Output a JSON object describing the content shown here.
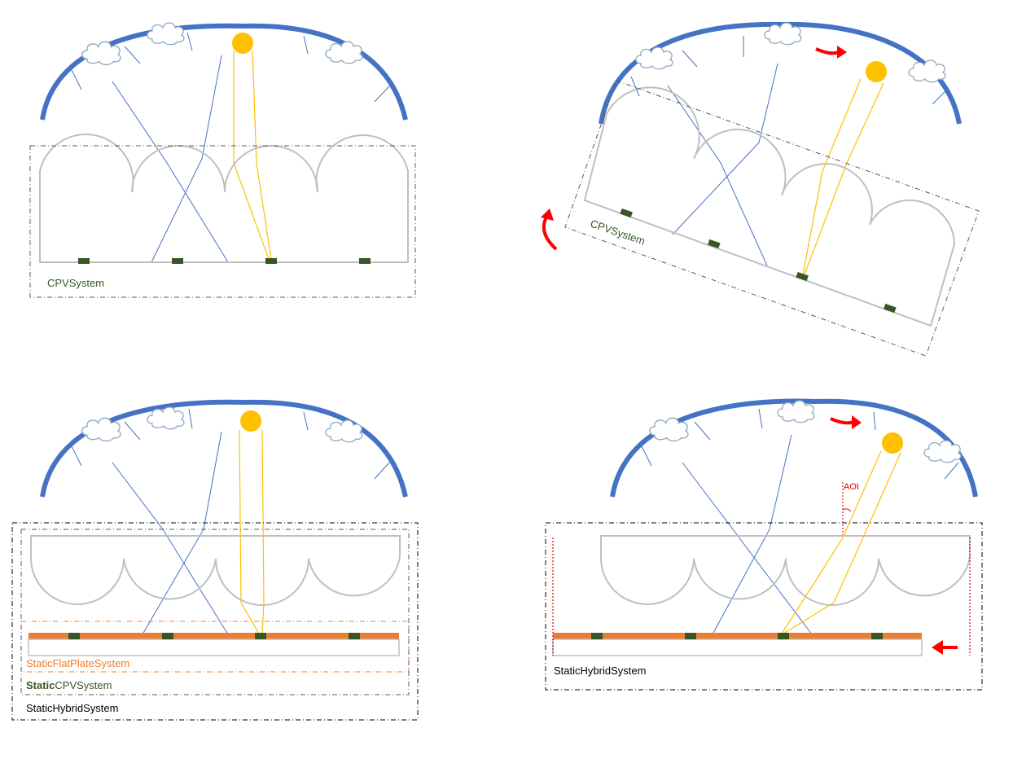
{
  "labels": {
    "cpv_system_1": "CPVSystem",
    "cpv_system_2": "CPVSystem",
    "static_flat_plate_system": "StaticFlatPlateSystem",
    "static_cpv_prefix": "Static",
    "static_cpv_suffix": "CPVSystem",
    "static_hybrid_system_1": "StaticHybridSystem",
    "static_hybrid_system_2": "StaticHybridSystem",
    "aoi": "AOI"
  },
  "colors": {
    "sky": "#4472C4",
    "sun": "#FFC000",
    "direct_ray": "#FFC000",
    "diffuse_ray": "#4472C4",
    "cell": "#375623",
    "flat_plate": "#ED7D31",
    "lens": "#BFBFBF",
    "boundary": "#595959",
    "arrow": "#FF0000"
  },
  "icons": [
    "cloud-icon",
    "sun-icon",
    "rotation-arrow-icon",
    "translation-arrow-icon"
  ]
}
